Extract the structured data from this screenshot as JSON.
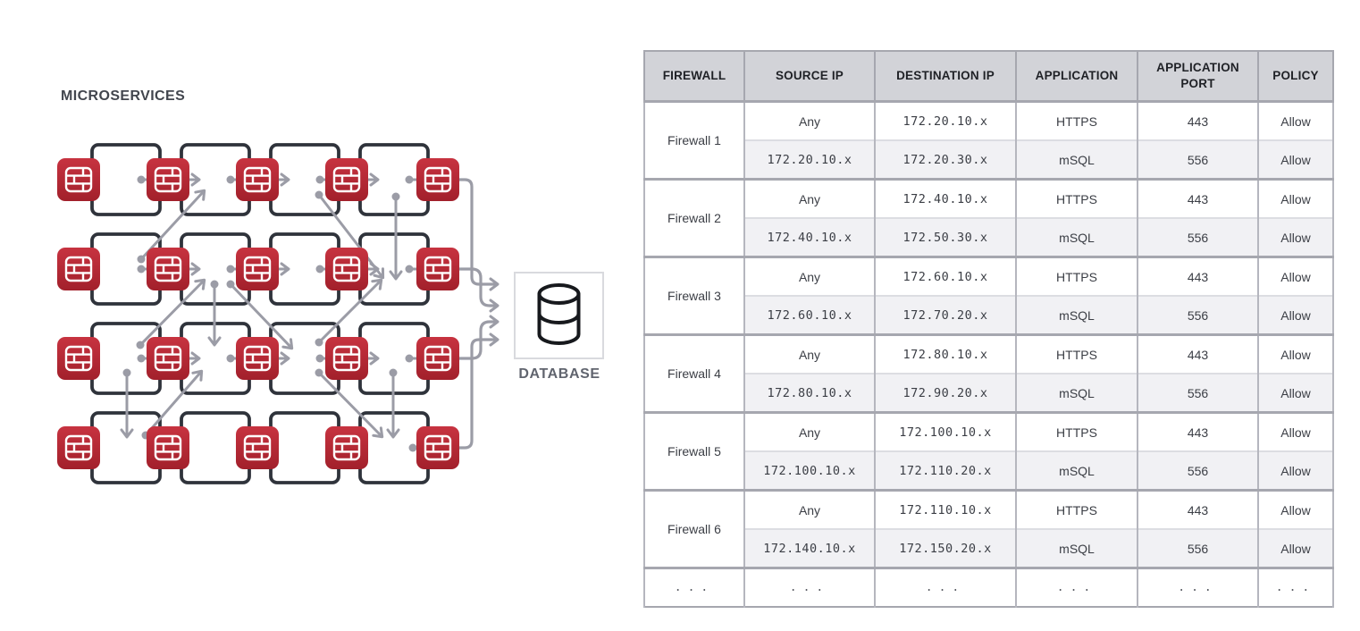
{
  "diagram": {
    "title": "MICROSERVICES",
    "database_label": "DATABASE",
    "grid": {
      "rows": 4,
      "boxes_per_row": 4,
      "firewalls_per_row": 5
    },
    "icons": {
      "node": "firewall-brick-icon",
      "target": "database-cylinder-icon"
    },
    "colors": {
      "firewall_red_top": "#c73340",
      "firewall_red_bottom": "#a2202b",
      "box_border": "#2f333b",
      "arrow": "#9b9ca6",
      "db_border": "#d9dade",
      "db_icon": "#17191d"
    }
  },
  "table": {
    "columns": [
      "FIREWALL",
      "SOURCE IP",
      "DESTINATION IP",
      "APPLICATION",
      "APPLICATION PORT",
      "POLICY"
    ],
    "groups": [
      {
        "firewall": "Firewall 1",
        "rules": [
          {
            "source": "Any",
            "destination": "172.20.10.x",
            "application": "HTTPS",
            "port": "443",
            "policy": "Allow"
          },
          {
            "source": "172.20.10.x",
            "destination": "172.20.30.x",
            "application": "mSQL",
            "port": "556",
            "policy": "Allow"
          }
        ]
      },
      {
        "firewall": "Firewall 2",
        "rules": [
          {
            "source": "Any",
            "destination": "172.40.10.x",
            "application": "HTTPS",
            "port": "443",
            "policy": "Allow"
          },
          {
            "source": "172.40.10.x",
            "destination": "172.50.30.x",
            "application": "mSQL",
            "port": "556",
            "policy": "Allow"
          }
        ]
      },
      {
        "firewall": "Firewall 3",
        "rules": [
          {
            "source": "Any",
            "destination": "172.60.10.x",
            "application": "HTTPS",
            "port": "443",
            "policy": "Allow"
          },
          {
            "source": "172.60.10.x",
            "destination": "172.70.20.x",
            "application": "mSQL",
            "port": "556",
            "policy": "Allow"
          }
        ]
      },
      {
        "firewall": "Firewall 4",
        "rules": [
          {
            "source": "Any",
            "destination": "172.80.10.x",
            "application": "HTTPS",
            "port": "443",
            "policy": "Allow"
          },
          {
            "source": "172.80.10.x",
            "destination": "172.90.20.x",
            "application": "mSQL",
            "port": "556",
            "policy": "Allow"
          }
        ]
      },
      {
        "firewall": "Firewall 5",
        "rules": [
          {
            "source": "Any",
            "destination": "172.100.10.x",
            "application": "HTTPS",
            "port": "443",
            "policy": "Allow"
          },
          {
            "source": "172.100.10.x",
            "destination": "172.110.20.x",
            "application": "mSQL",
            "port": "556",
            "policy": "Allow"
          }
        ]
      },
      {
        "firewall": "Firewall 6",
        "rules": [
          {
            "source": "Any",
            "destination": "172.110.10.x",
            "application": "HTTPS",
            "port": "443",
            "policy": "Allow"
          },
          {
            "source": "172.140.10.x",
            "destination": "172.150.20.x",
            "application": "mSQL",
            "port": "556",
            "policy": "Allow"
          }
        ]
      }
    ],
    "ellipsis": "..."
  }
}
